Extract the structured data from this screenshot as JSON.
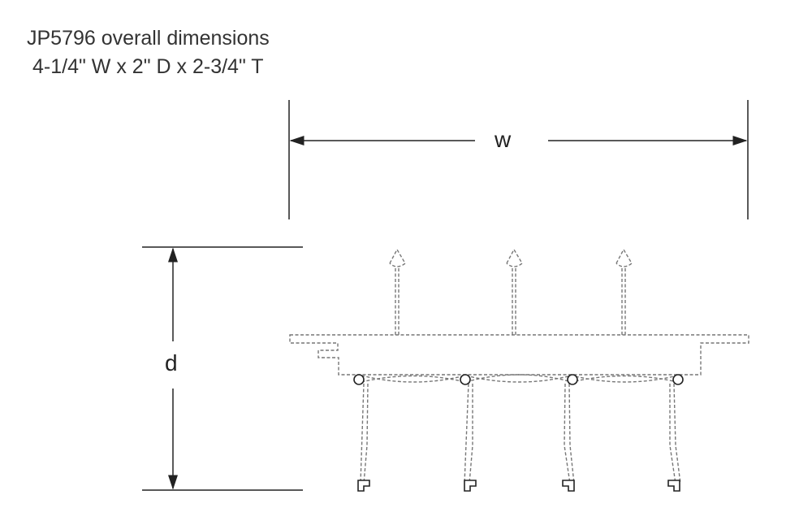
{
  "title": "JP5796 overall dimensions",
  "subtitle": "4-1/4\" W x 2\" D x 2-3/4\" T",
  "labels": {
    "width": "w",
    "depth": "d"
  }
}
